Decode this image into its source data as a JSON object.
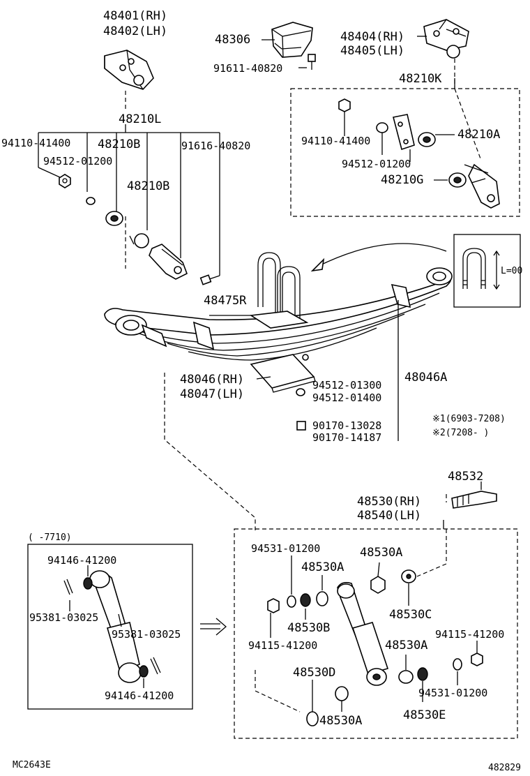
{
  "labels": {
    "p48401": "48401(RH)",
    "p48402": "48402(LH)",
    "p48306": "48306",
    "p91611": "91611-40820",
    "p48404": "48404(RH)",
    "p48405": "48405(LH)",
    "p48210K": "48210K",
    "p48210L": "48210L",
    "p94110_l": "94110-41400",
    "p48210B_1": "48210B",
    "p91616": "91616-40820",
    "p94512_l": "94512-01200",
    "p48210B_2": "48210B",
    "p94110_r": "94110-41400",
    "p48210A_top": "48210A",
    "p94512_r": "94512-01200",
    "p48210G": "48210G",
    "ubolt_dim": "L=00",
    "p48475R": "48475R",
    "p48046": "48046(RH)",
    "p48047": "48047(LH)",
    "p94512_1300": "94512-01300",
    "p94512_1400": "94512-01400",
    "p48046A": "48046A",
    "p90170_13028": "90170-13028",
    "p90170_14187": "90170-14187",
    "note1": "※1(6903-7208)",
    "note2": "※2(7208-    )",
    "p48532": "48532",
    "p48530": "48530(RH)",
    "p48540": "48540(LH)",
    "inset_range": "(      -7710)",
    "p94146_top": "94146-41200",
    "p95381_l": "95381-03025",
    "p95381_r": "95381-03025",
    "p94146_bot": "94146-41200",
    "p94531_top": "94531-01200",
    "p48530A_1": "48530A",
    "p48530A_2": "48530A",
    "p48530B": "48530B",
    "p94115_l": "94115-41200",
    "p48530C": "48530C",
    "p94115_r": "94115-41200",
    "p48530A_3": "48530A",
    "p48530D": "48530D",
    "p94531_bot": "94531-01200",
    "p48530A_4": "48530A",
    "p48530E": "48530E",
    "code_left": "MC2643E",
    "code_right": "482829"
  }
}
